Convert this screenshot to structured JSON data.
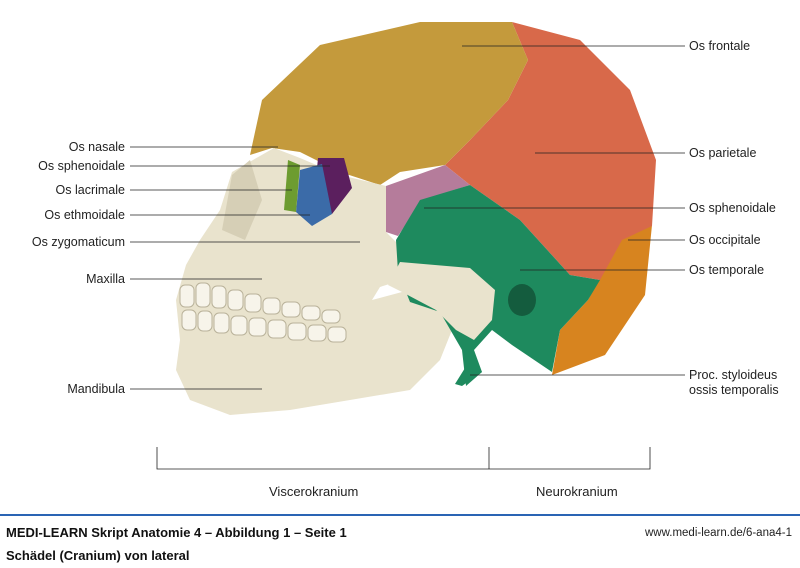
{
  "labels_left": [
    "Os nasale",
    "Os sphenoidale",
    "Os lacrimale",
    "Os ethmoidale",
    "Os zygomaticum",
    "Maxilla",
    "Mandibula"
  ],
  "labels_right": [
    "Os frontale",
    "Os parietale",
    "Os sphenoidale",
    "Os occipitale",
    "Os temporale",
    "Proc. styloideus",
    "ossis temporalis"
  ],
  "regions": {
    "viscero": "Viscerokranium",
    "neuro": "Neurokranium"
  },
  "footer": {
    "title": "MEDI-LEARN Skript Anatomie 4 – Abbildung 1 – Seite 1",
    "subtitle": "Schädel (Cranium) von lateral",
    "url": "www.medi-learn.de/6-ana4-1"
  },
  "colors": {
    "frontal": "#c49a3c",
    "parietal": "#d8694a",
    "sphenoid": "#b57c9b",
    "temporal": "#1e8a5e",
    "occipital": "#d7841f",
    "bone": "#e9e3cd",
    "lacrimal": "#6d9c30",
    "ethmoid": "#3b6ba8",
    "orbit_sphenoid": "#5b1f5e",
    "accent": "#2a64b4"
  }
}
